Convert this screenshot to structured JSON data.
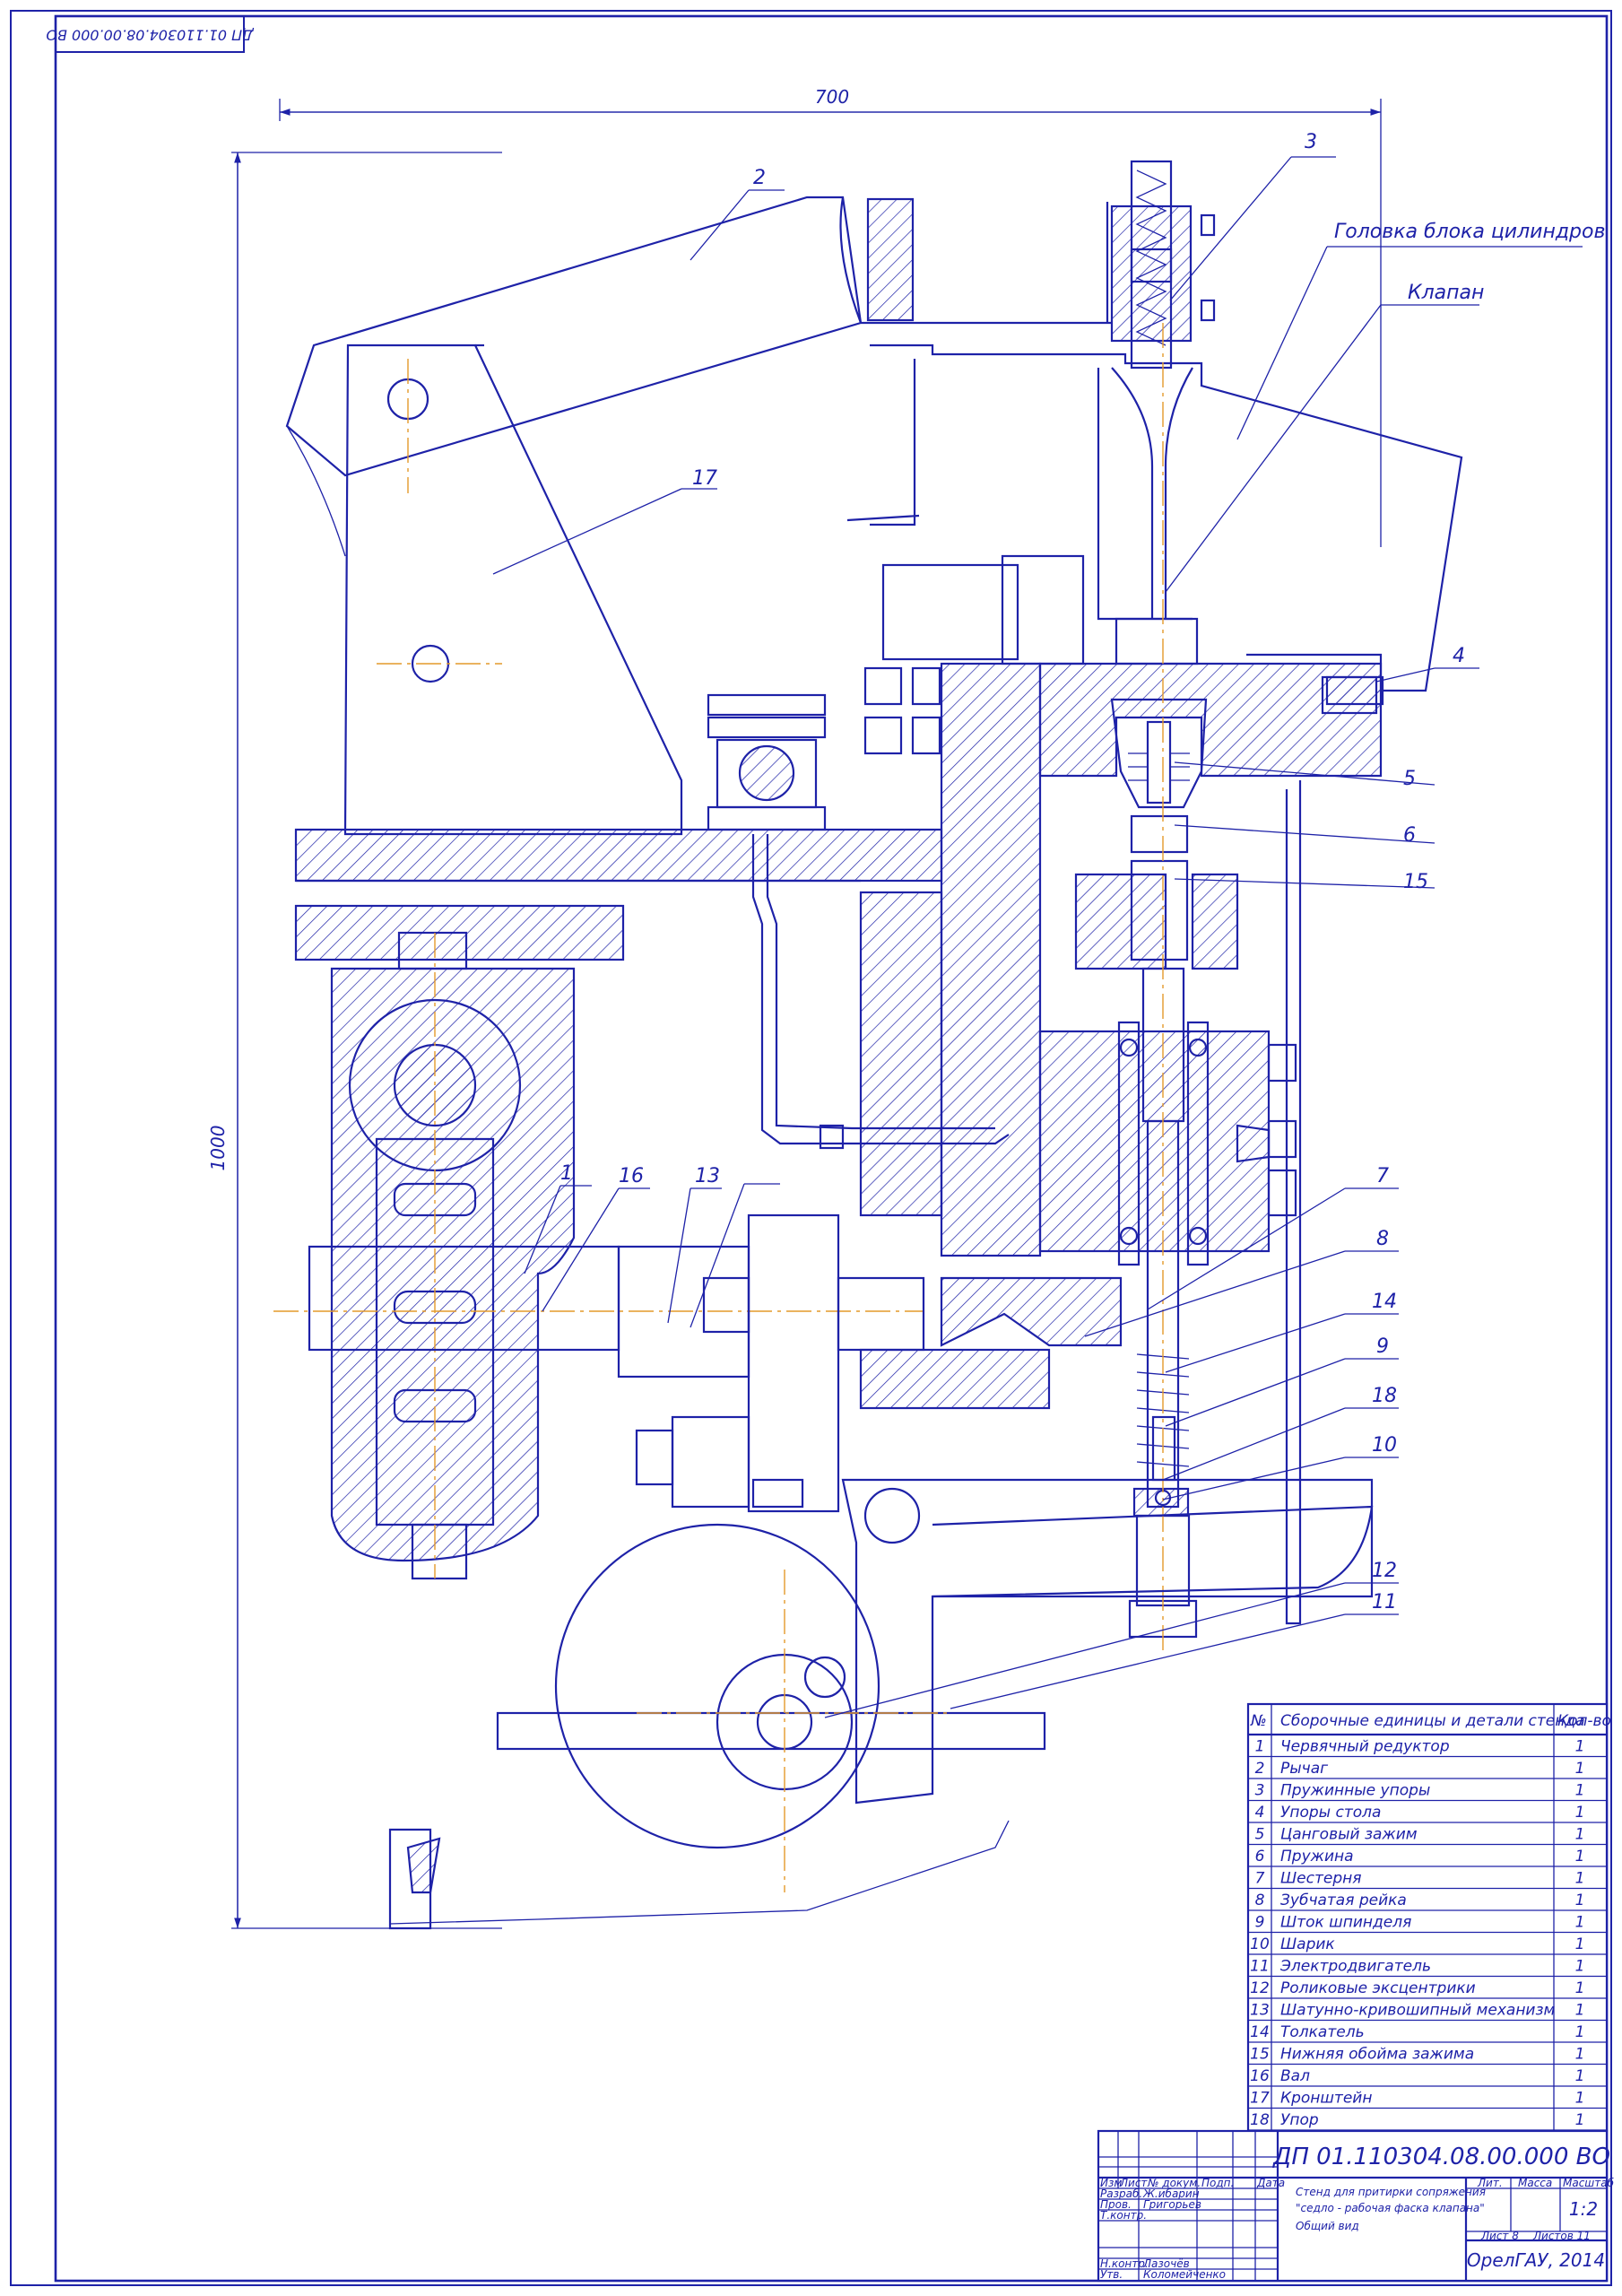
{
  "stamp_top": "ДП 01.110304.08.00.000 ВО",
  "dimensions": {
    "width": "700",
    "height": "1000"
  },
  "callouts": {
    "c1": "1",
    "c2": "2",
    "c3": "3",
    "c4": "4",
    "c5": "5",
    "c6": "6",
    "c7": "7",
    "c8": "8",
    "c9": "9",
    "c10": "10",
    "c11": "11",
    "c12": "12",
    "c13": "13",
    "c14": "14",
    "c15": "15",
    "c16": "16",
    "c17": "17",
    "c18": "18",
    "head": "Головка блока цилиндров",
    "valve": "Клапан"
  },
  "spec": {
    "col_no": "№",
    "col_name": "Сборочные единицы и детали стенда",
    "col_qty": "Кол-во",
    "rows": [
      {
        "no": "1",
        "name": "Червячный редуктор",
        "qty": "1"
      },
      {
        "no": "2",
        "name": "Рычаг",
        "qty": "1"
      },
      {
        "no": "3",
        "name": "Пружинные упоры",
        "qty": "1"
      },
      {
        "no": "4",
        "name": "Упоры стола",
        "qty": "1"
      },
      {
        "no": "5",
        "name": "Цанговый зажим",
        "qty": "1"
      },
      {
        "no": "6",
        "name": "Пружина",
        "qty": "1"
      },
      {
        "no": "7",
        "name": "Шестерня",
        "qty": "1"
      },
      {
        "no": "8",
        "name": "Зубчатая рейка",
        "qty": "1"
      },
      {
        "no": "9",
        "name": "Шток шпинделя",
        "qty": "1"
      },
      {
        "no": "10",
        "name": "Шарик",
        "qty": "1"
      },
      {
        "no": "11",
        "name": "Электродвигатель",
        "qty": "1"
      },
      {
        "no": "12",
        "name": "Роликовые эксцентрики",
        "qty": "1"
      },
      {
        "no": "13",
        "name": "Шатунно-кривошипный механизм",
        "qty": "1"
      },
      {
        "no": "14",
        "name": "Толкатель",
        "qty": "1"
      },
      {
        "no": "15",
        "name": "Нижняя обойма зажима",
        "qty": "1"
      },
      {
        "no": "16",
        "name": "Вал",
        "qty": "1"
      },
      {
        "no": "17",
        "name": "Кронштейн",
        "qty": "1"
      },
      {
        "no": "18",
        "name": "Упор",
        "qty": "1"
      }
    ]
  },
  "title_block": {
    "doc_no": "ДП 01.110304.08.00.000 ВО",
    "headers": {
      "izm": "Изм",
      "list": "Лист",
      "doc": "№ докум.",
      "sign": "Подп.",
      "date": "Дата"
    },
    "roles": {
      "razrab": "Разраб.",
      "prov": "Пров.",
      "tkontr": "Т.контр.",
      "nkontr": "Н.контр.",
      "utv": "Утв."
    },
    "names": {
      "razrab": "Ж.ибарин",
      "prov": "Григорьев",
      "nkontr": "Лазочёв",
      "utv": "Коломейченко"
    },
    "title_line1": "Стенд для притирки сопряжения",
    "title_line2": "\"седло - рабочая фаска клапана\"",
    "title_line3": "Общий вид",
    "lit": "Лит.",
    "mass": "Масса",
    "scale_h": "Масштаб",
    "scale": "1:2",
    "sheet": "Лист 8",
    "sheets": "Листов 11",
    "org": "ОрелГАУ, 2014"
  }
}
